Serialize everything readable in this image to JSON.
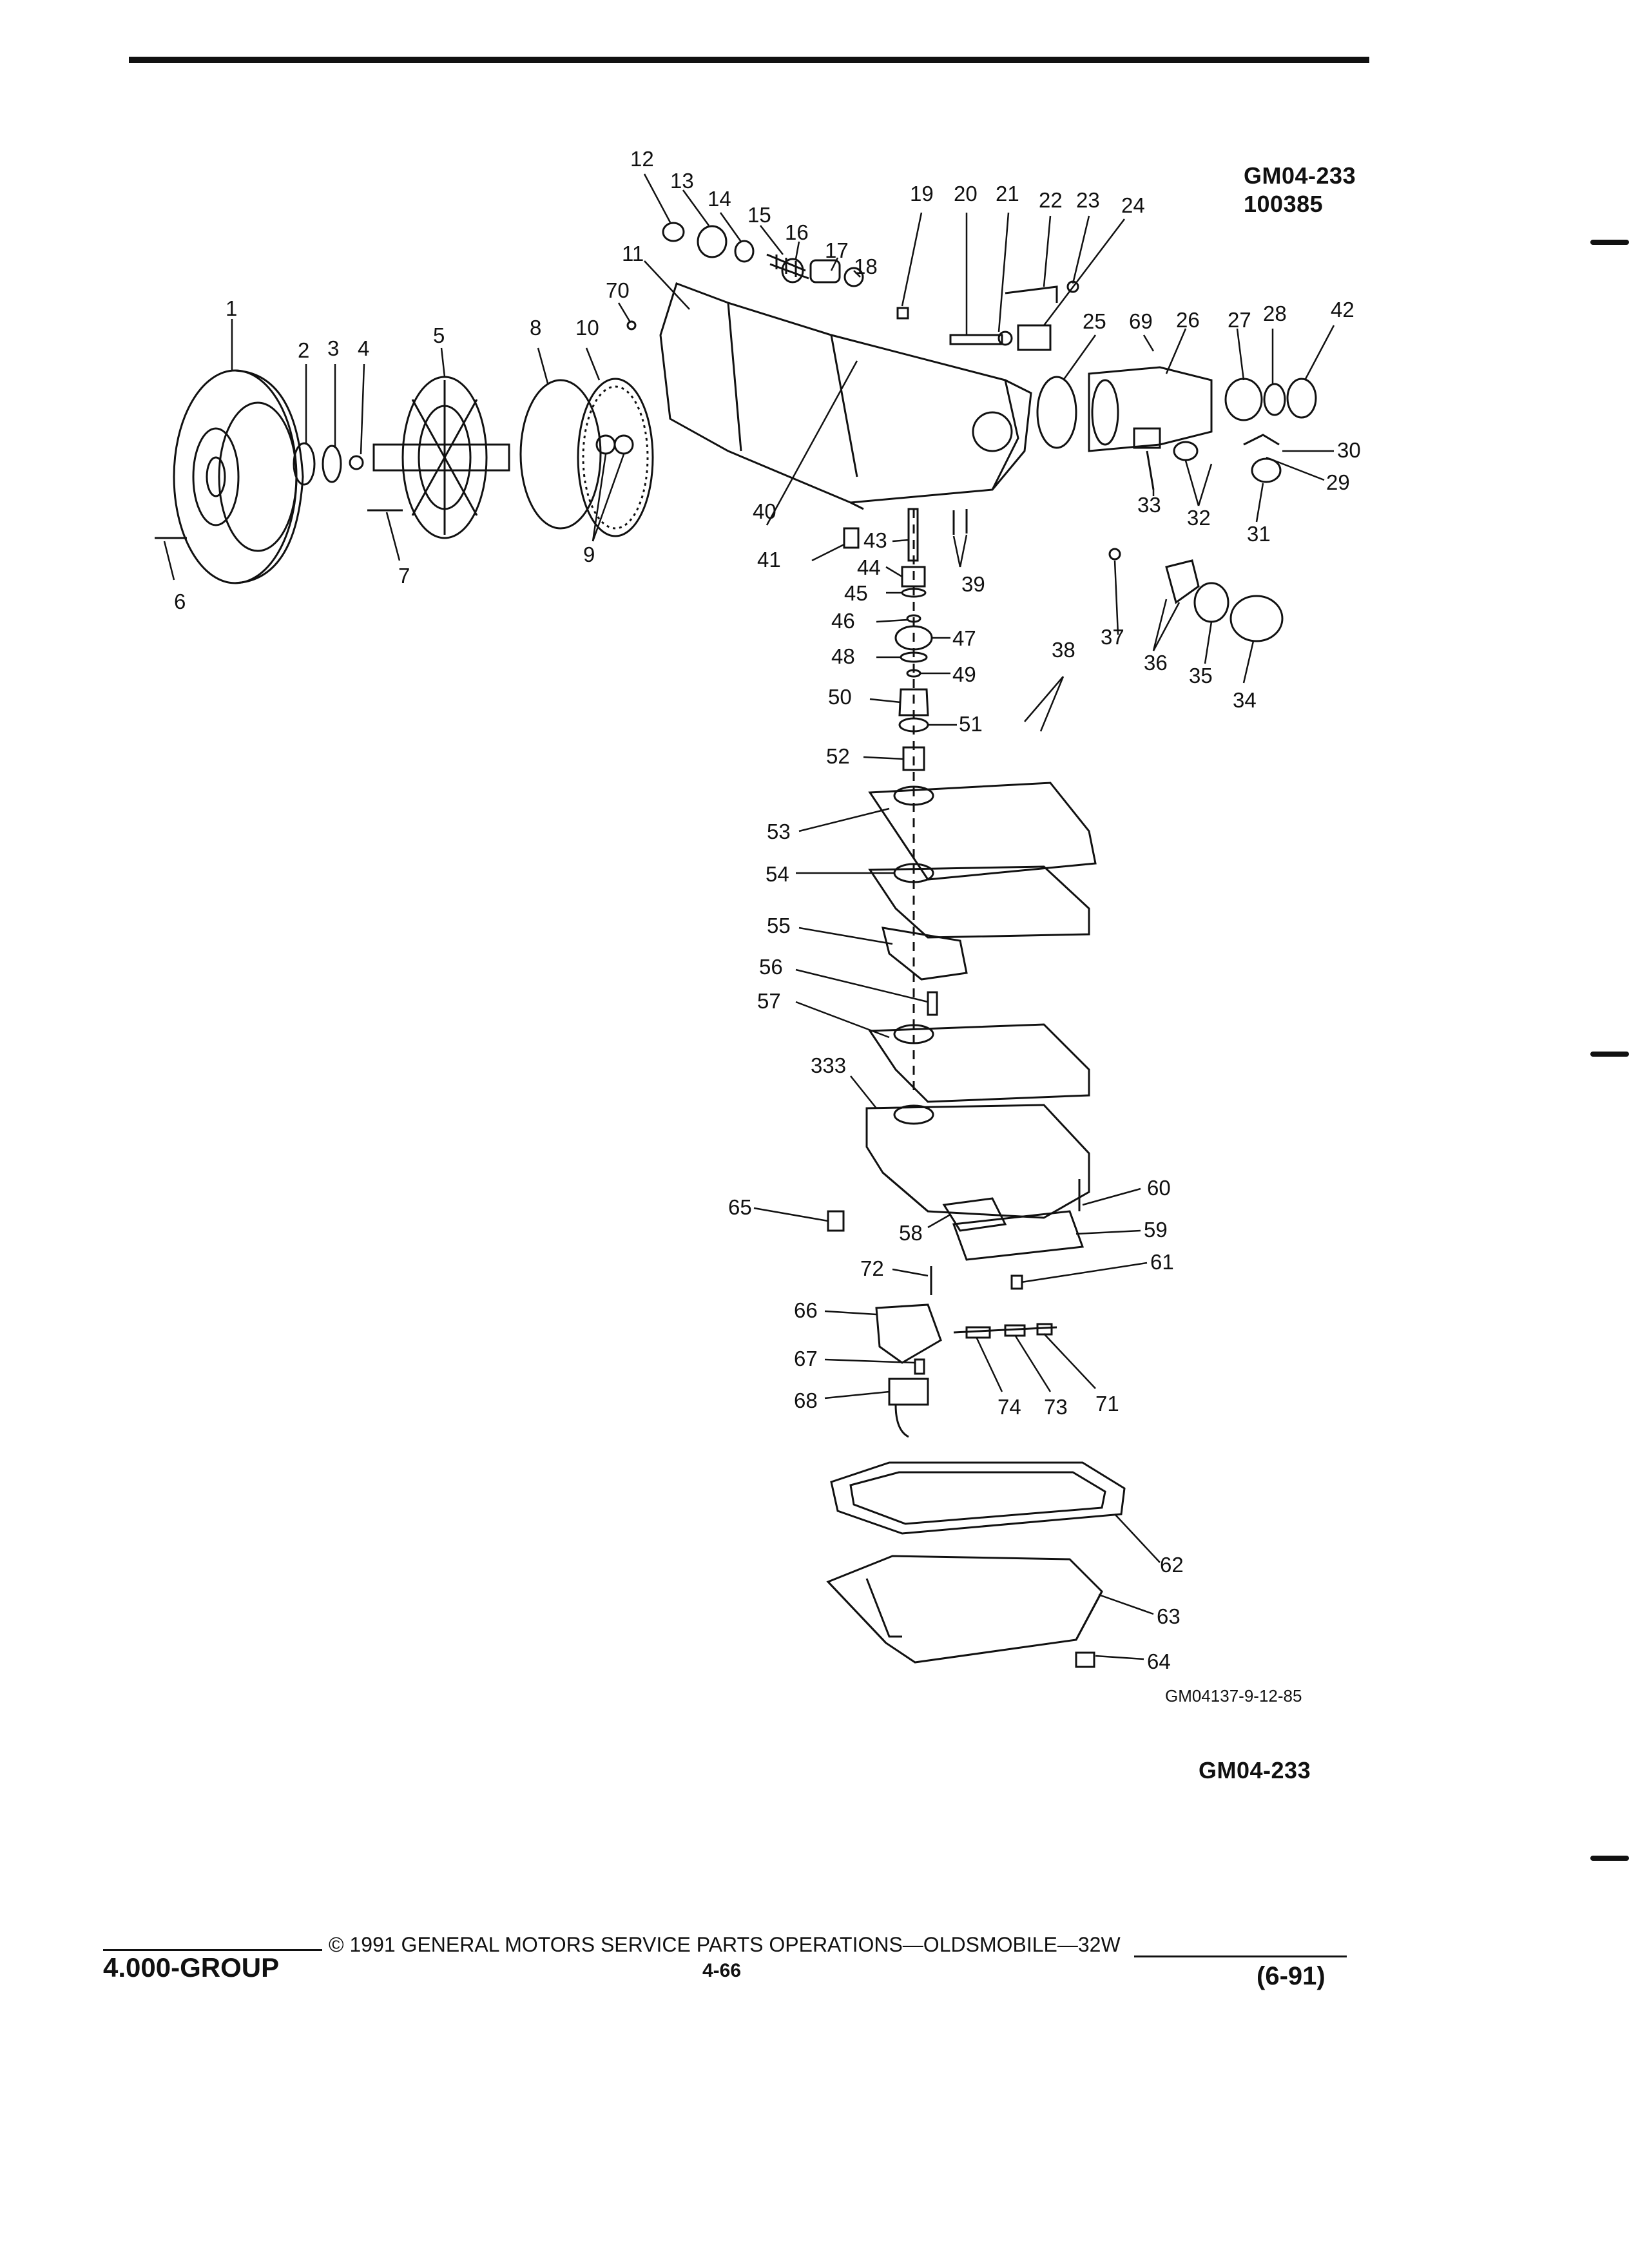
{
  "header": {
    "code": "GM04-233",
    "number": "100385"
  },
  "figure": {
    "caption_code": "GM04137-9-12-85",
    "bottom_code": "GM04-233"
  },
  "footer": {
    "group": "4.000-GROUP",
    "copyright": "© 1991 GENERAL MOTORS SERVICE PARTS OPERATIONS—OLDSMOBILE—32W",
    "page": "4-66",
    "date": "(6-91)"
  },
  "callouts": [
    "1",
    "2",
    "3",
    "4",
    "5",
    "6",
    "7",
    "8",
    "9",
    "10",
    "11",
    "12",
    "13",
    "14",
    "15",
    "16",
    "17",
    "18",
    "19",
    "20",
    "21",
    "22",
    "23",
    "24",
    "25",
    "26",
    "27",
    "28",
    "29",
    "30",
    "31",
    "32",
    "33",
    "34",
    "35",
    "36",
    "37",
    "38",
    "39",
    "40",
    "41",
    "42",
    "43",
    "44",
    "45",
    "46",
    "47",
    "48",
    "49",
    "50",
    "51",
    "52",
    "53",
    "54",
    "55",
    "56",
    "57",
    "58",
    "59",
    "60",
    "61",
    "62",
    "63",
    "64",
    "65",
    "66",
    "67",
    "68",
    "69",
    "70",
    "71",
    "72",
    "73",
    "74",
    "333"
  ]
}
